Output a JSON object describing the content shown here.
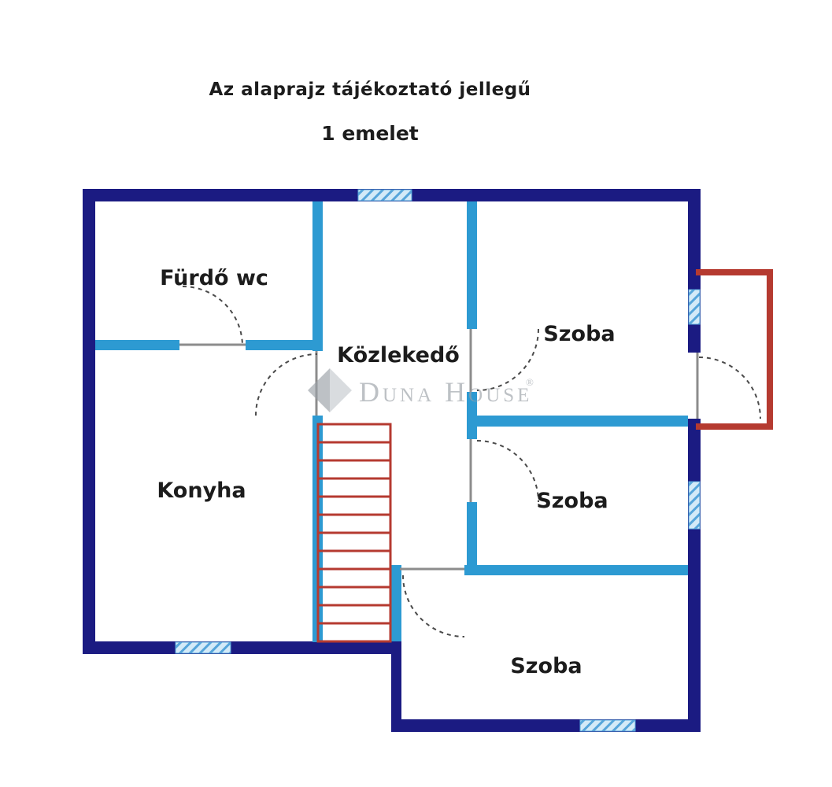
{
  "header": {
    "title": "Az alaprajz tájékoztató jellegű",
    "subtitle": "1 emelet"
  },
  "rooms": {
    "bathroom": "Fürdő wc",
    "hallway": "Közlekedő",
    "kitchen": "Konyha",
    "room_top_right": "Szoba",
    "room_middle_right": "Szoba",
    "room_bottom": "Szoba"
  },
  "watermark": {
    "brand": "Duna House",
    "reg": "®"
  },
  "colors": {
    "outer_wall": "#1b1b82",
    "inner_wall": "#2d9ad2",
    "accent_red": "#b53a30",
    "window_fill": "#d3eaf8",
    "window_stripe": "#56a5da",
    "door_arc": "#4a4a4a",
    "door_jamb": "#8c8c8c",
    "label_text": "#1c1c1c",
    "watermark_dark": "#9ba1a7",
    "watermark_light": "#c5cacf"
  }
}
